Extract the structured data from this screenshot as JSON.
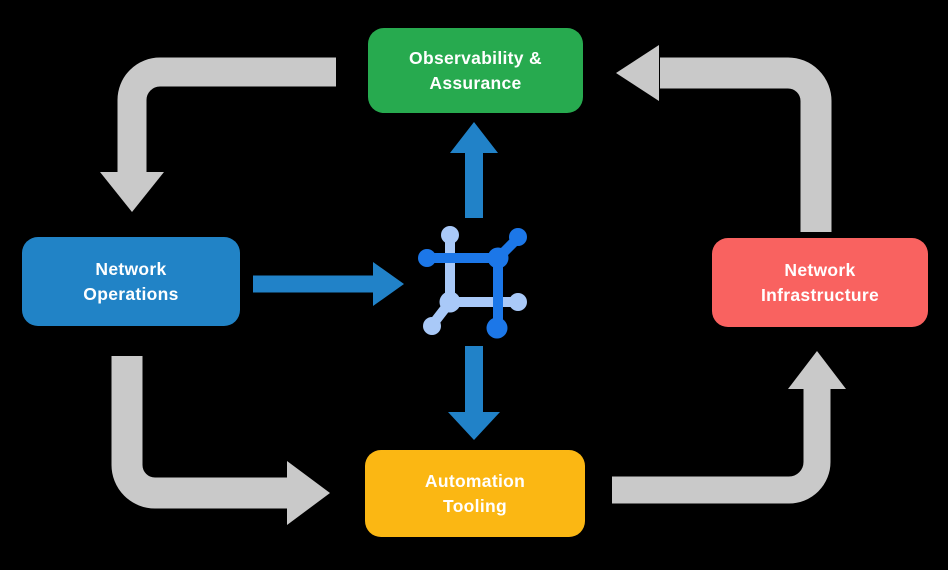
{
  "colors": {
    "background": "#000000",
    "arrow_gray": "#C9C9C9",
    "arrow_blue": "#2182C8",
    "node_green": "#27AA4F",
    "node_blue": "#2183C6",
    "node_red": "#F96260",
    "node_yellow": "#FBB713",
    "icon_blue_dark": "#1C77E8",
    "icon_blue_light": "#A9C9F8",
    "label_text": "#FFFFFF"
  },
  "nodes": {
    "observability": {
      "line1": "Observability &",
      "line2": "Assurance"
    },
    "operations": {
      "line1": "Network",
      "line2": "Operations"
    },
    "infrastructure": {
      "line1": "Network",
      "line2": "Infrastructure"
    },
    "automation": {
      "line1": "Automation",
      "line2": "Tooling"
    }
  },
  "center_icon": {
    "name": "network-mesh-icon"
  },
  "edges": {
    "gray_cycle": [
      {
        "from": "observability",
        "to": "operations"
      },
      {
        "from": "operations",
        "to": "automation"
      },
      {
        "from": "automation",
        "to": "infrastructure"
      },
      {
        "from": "infrastructure",
        "to": "observability"
      }
    ],
    "blue_links": [
      {
        "from": "operations",
        "to": "center-icon"
      },
      {
        "from": "center-icon",
        "to": "observability"
      },
      {
        "from": "center-icon",
        "to": "automation"
      }
    ]
  }
}
